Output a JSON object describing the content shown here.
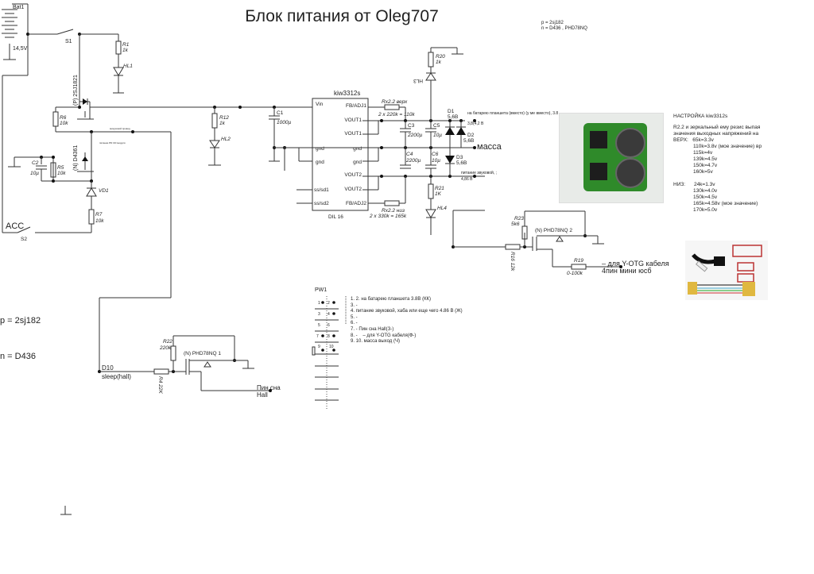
{
  "title": "Блок питания от Oleg707",
  "legend_top": {
    "p": "p = 2sj182",
    "n": "n = D436 , PHD78NQ"
  },
  "legend_left": {
    "p": "p = 2sj182",
    "n": "n = D436"
  },
  "battery": {
    "name": "Bat1",
    "voltage": "14,5V"
  },
  "switches": {
    "s1": "S1",
    "s2": "S2",
    "acc": "ACC"
  },
  "resistors": {
    "r1": {
      "name": "R1",
      "value": "1k"
    },
    "r6": {
      "name": "R6",
      "value": "10k"
    },
    "r5": {
      "name": "R5",
      "value": "10k"
    },
    "r7": {
      "name": "R7",
      "value": "10k"
    },
    "r12": {
      "name": "R12",
      "value": "1k"
    },
    "r20": {
      "name": "R20",
      "value": "1k"
    },
    "r21": {
      "name": "R21",
      "value": "1K"
    },
    "r22": {
      "name": "R22",
      "value": "220k"
    },
    "r4": {
      "name": "R4",
      "value": "22K"
    },
    "r23": {
      "name": "R23",
      "value": "5k6"
    },
    "r16": {
      "name": "R16",
      "value": "12k"
    },
    "r19": {
      "name": "R19",
      "value": "0-100k"
    },
    "rtop": {
      "name": "Rx2.2 верх",
      "value": "2 x 220k = 110k"
    },
    "rbot": {
      "name": "Rx2.2 низ",
      "value": "2 x 330k = 165k"
    }
  },
  "capacitors": {
    "c1": {
      "name": "C1",
      "value": "1000µ"
    },
    "c2": {
      "name": "C2",
      "value": "10µ"
    },
    "c3": {
      "name": "C3",
      "value": "2200µ"
    },
    "c4": {
      "name": "C4",
      "value": "2200µ"
    },
    "c5": {
      "name": "C5",
      "value": "10µ"
    },
    "c6": {
      "name": "C6",
      "value": "10µ"
    }
  },
  "leds": {
    "hl1": "HL1",
    "hl2": "HL2",
    "hl3": "HL3",
    "hl4": "HL4"
  },
  "diodes": {
    "vd1": "VD1",
    "d1": {
      "name": "D1",
      "value": "5,6B"
    },
    "d2": {
      "name": "D2",
      "value": "5,6B"
    },
    "d3": {
      "name": "D3",
      "value": "5,6B"
    }
  },
  "transistors": {
    "q1": "(P) 2SJ1821",
    "q2": "(N) D4361",
    "q3": "(N) PHD78NQ 1",
    "q4": "(N) PHD78NQ 2"
  },
  "ic": {
    "name": "kiw3312s",
    "package": "DIL 16",
    "pins_left": [
      "Vin",
      "gnd",
      "gnd",
      "ss/sd1",
      "ss/sd2"
    ],
    "pins_right": [
      "FB/ADJ1",
      "VOUT1",
      "VOUT1",
      "gnd",
      "gnd",
      "VOUT2",
      "VOUT2",
      "FB/ADJ2"
    ]
  },
  "labels": {
    "battery_tablet": "на батарею планшета (вместо) (у ме вместо), 3.8",
    "battery_tablet_2": "3,8(4,2 В",
    "ground": "масса",
    "sound_power": "питание звуковой, ;",
    "sound_power_v": "4,86 В",
    "otg_cable": "– для Y-OTG кабеля",
    "otg_pin": "4пин мини юсб",
    "d10": "D10",
    "sleep": "sleep(hall)",
    "sleep_pin": "Пин сна",
    "hall": "Hall",
    "small_note": "минусовой провод",
    "small_note2": "питание PD CD модуля"
  },
  "tuning": {
    "heading": "НАСТРОЙКА kiw3312s",
    "intro1": "R2.2 и зеркальный ему резис выпая",
    "intro2": "значения выходных напряжений на",
    "top_label": "ВЕРХ:",
    "top_values": [
      "65k=3.3v",
      "110k=3.8v (мое значение) вр",
      "115k=4v",
      "139k=4.5v",
      "150k=4.7v",
      "160k=5v"
    ],
    "bottom_label": "НИЗ:",
    "bottom_values": [
      "24k=1.3v",
      "130k=4.0v",
      "150k=4.5v",
      "165k=4.58v (мое значение)",
      "170k=5.0v"
    ]
  },
  "connector": {
    "name": "PW1",
    "pins": [
      "1",
      "2",
      "3",
      "4",
      "5",
      "6",
      "7",
      "8",
      "9",
      "10"
    ],
    "notes": [
      "1. 2. на батарею планшета 3.8В (КК)",
      "3. -",
      "4. питание звуковой, хаба или еще чего 4.86 В (Ж)",
      "5. -",
      "6. -",
      "7. - Пин сна Hall(З-)",
      "8. -    – для Y-OTG кабеля(Ф-)",
      "9. 10. масса выход (Ч)"
    ]
  }
}
